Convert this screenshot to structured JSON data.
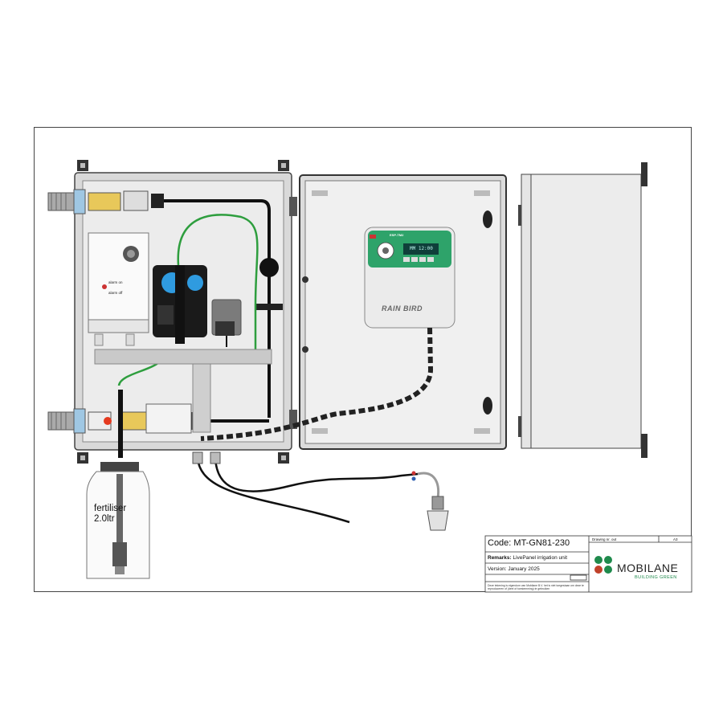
{
  "title_block": {
    "code": "Code: MT-GN81-230",
    "remarks_label": "Remarks:",
    "remarks_value": "LivePanel irrigation unit",
    "version_label": "Version:",
    "version_value": "January 2025",
    "drawing_label": "Drawing nr. out",
    "sheet_size": "A3",
    "disclaimer": "Deze tekening is eigendom van Mobilane B.V. het is niet toegestaan om deze te reproduceren of (deel of toestemming) te gebruiken",
    "brand_name": "MOBILANE",
    "brand_tagline": "BUILDING GREEN",
    "brand_colors": [
      "#1f8a4c",
      "#c0412a"
    ]
  },
  "fertiliser": {
    "label": "fertiliser\n2.0ltr"
  },
  "alarm_panel": {
    "alarm_on": "alarm on",
    "alarm_off": "alarm off"
  },
  "controller": {
    "brand": "RAIN BIRD",
    "model": "ESP-TM2",
    "display": "MM 12:00",
    "colors": {
      "accent": "#2ea36a",
      "screen": "#0f3f3a"
    }
  },
  "colors": {
    "cable_green": "#2e9e3e",
    "tube_black": "#111111",
    "panel_grey": "#e8e8e8",
    "pump_blue": "#2f9be0"
  }
}
